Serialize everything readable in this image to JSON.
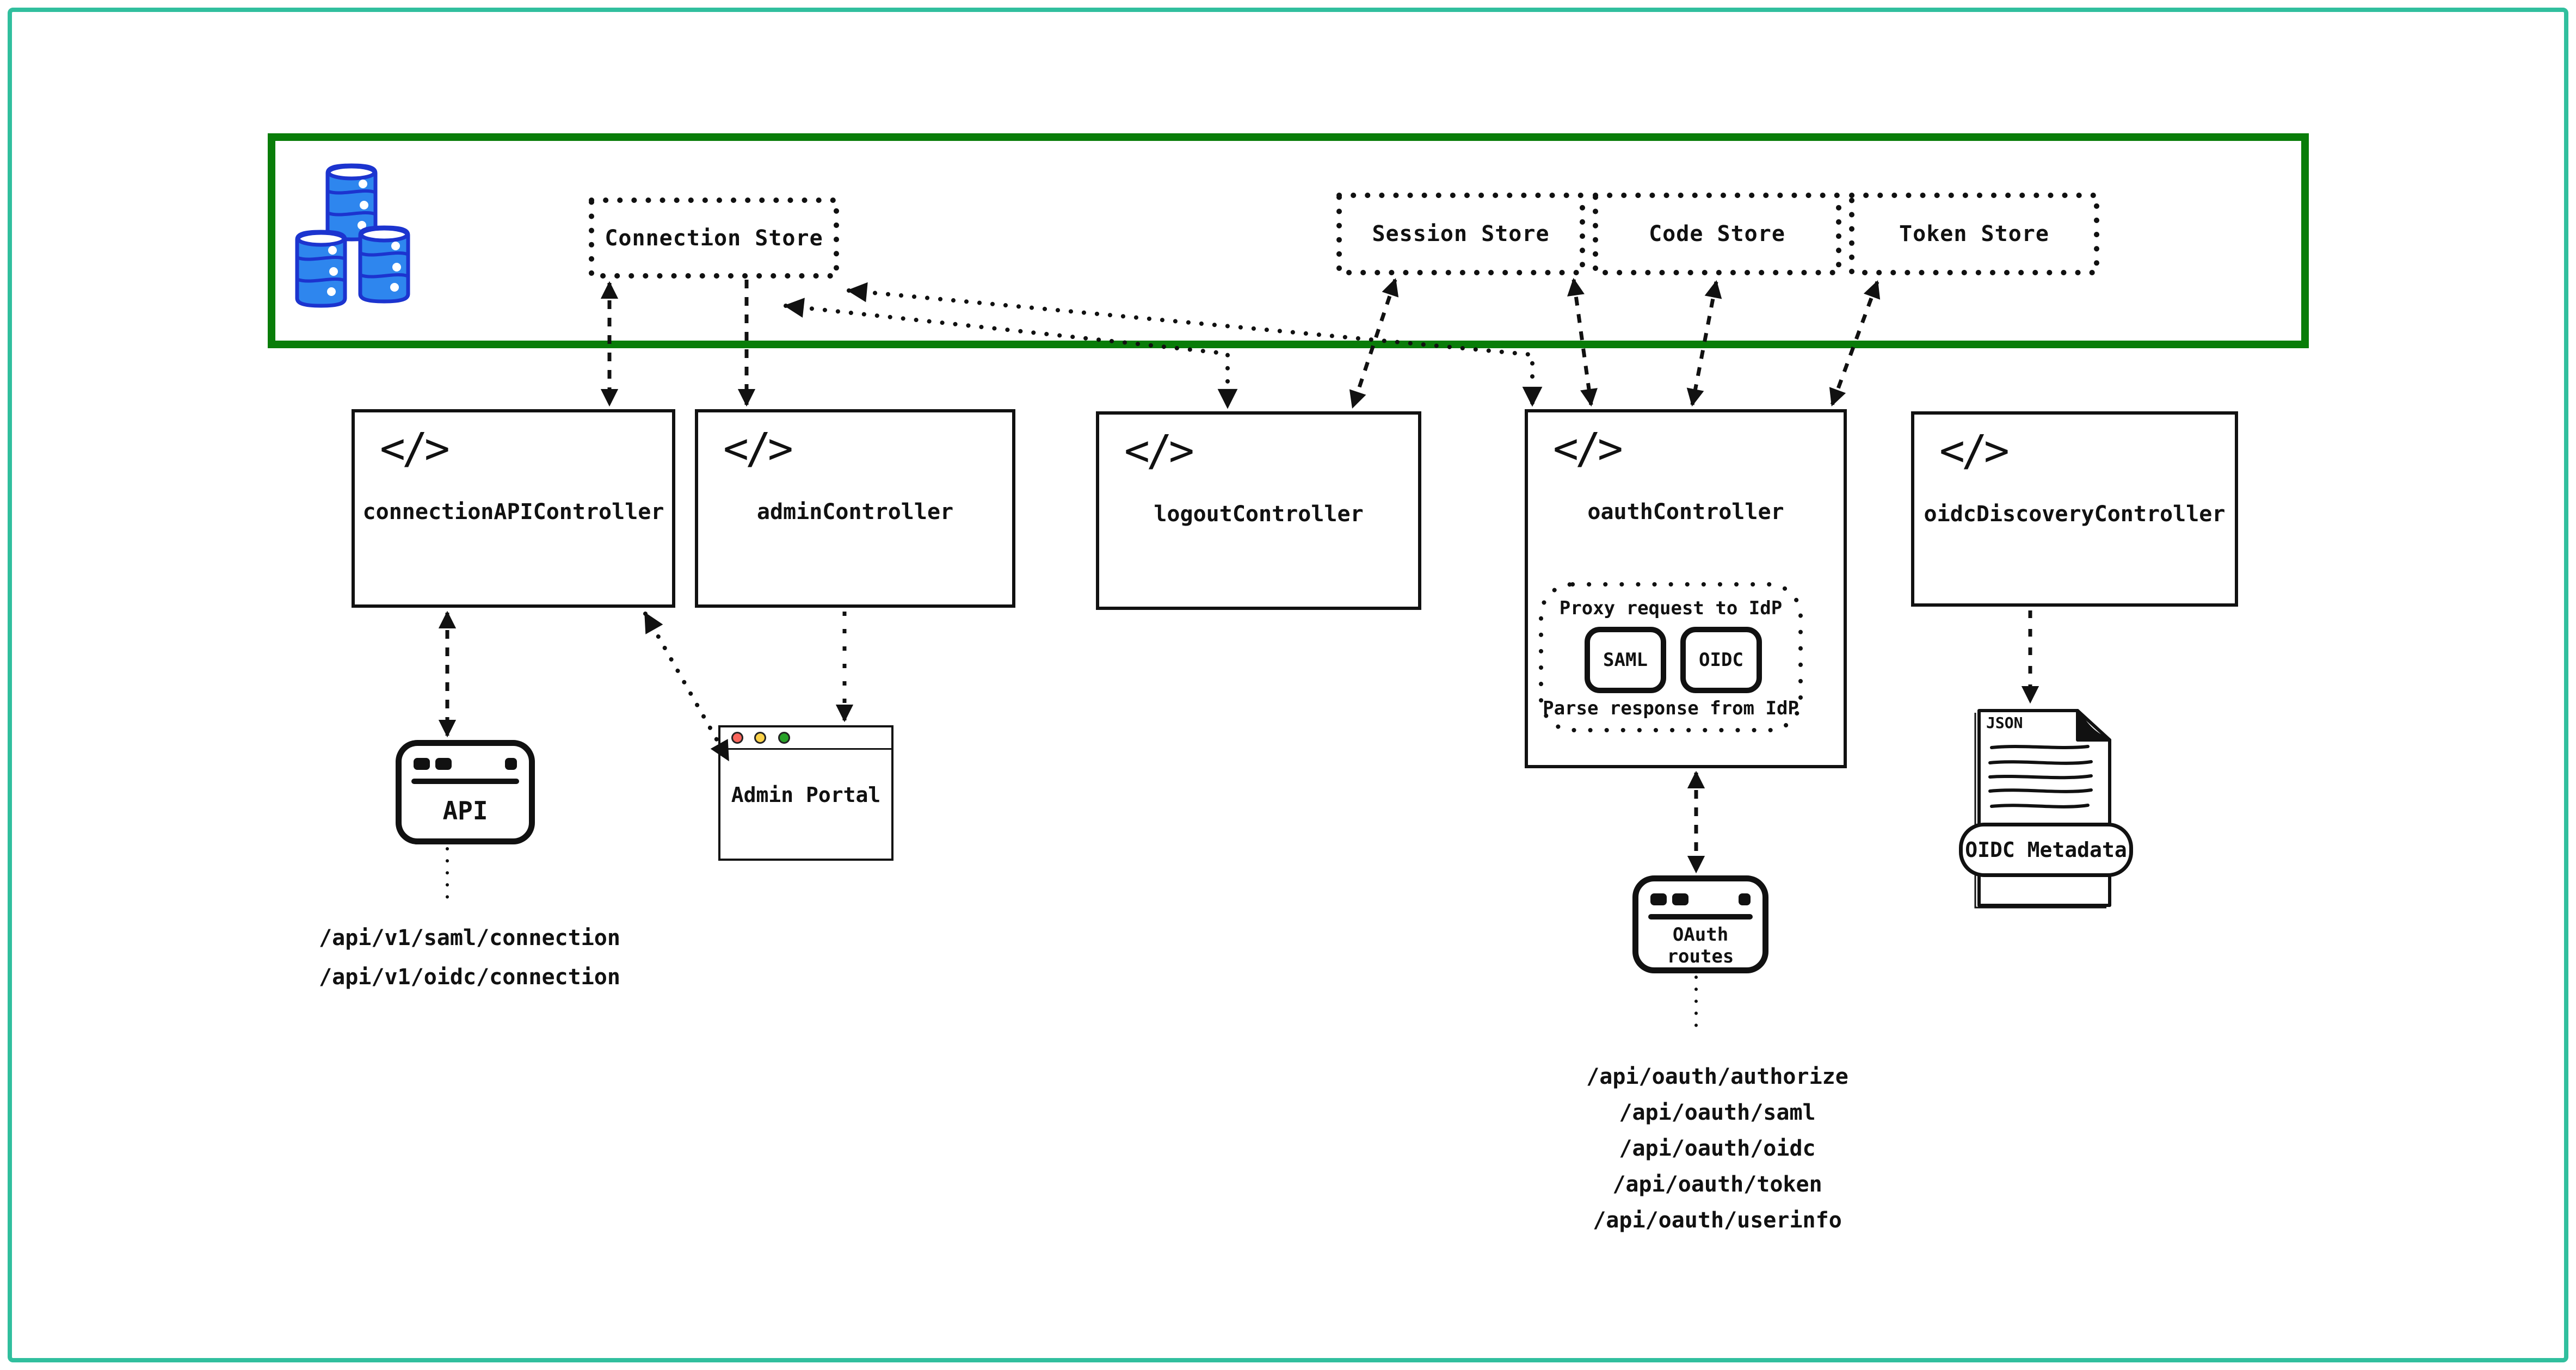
{
  "stores": {
    "connection": "Connection Store",
    "session": "Session Store",
    "code": "Code Store",
    "token": "Token Store"
  },
  "controllers": {
    "connection_api": "connectionAPIController",
    "admin": "adminController",
    "logout": "logoutController",
    "oauth": "oauthController",
    "oidc_discovery": "oidcDiscoveryController"
  },
  "oauth_box": {
    "proxy": "Proxy request to IdP",
    "saml": "SAML",
    "oidc": "OIDC",
    "parse": "Parse response from IdP"
  },
  "windows": {
    "api": "API",
    "admin_portal": "Admin Portal",
    "oauth_routes": "OAuth routes"
  },
  "json_doc": {
    "type": "JSON",
    "banner": "OIDC Metadata"
  },
  "api_routes": [
    "/api/v1/saml/connection",
    "/api/v1/oidc/connection"
  ],
  "oauth_routes": [
    "/api/oauth/authorize",
    "/api/oauth/saml",
    "/api/oauth/oidc",
    "/api/oauth/token",
    "/api/oauth/userinfo"
  ],
  "icons": {
    "code": "</>",
    "database": "database-cylinders"
  },
  "colors": {
    "frame": "#31bf9e",
    "zone_border": "#097d09",
    "ink": "#111111",
    "db_fill": "#2e86ee",
    "db_stroke": "#1c34cf",
    "traffic_red": "#f9655c",
    "traffic_yellow": "#fbd24a",
    "traffic_green": "#28a228"
  }
}
